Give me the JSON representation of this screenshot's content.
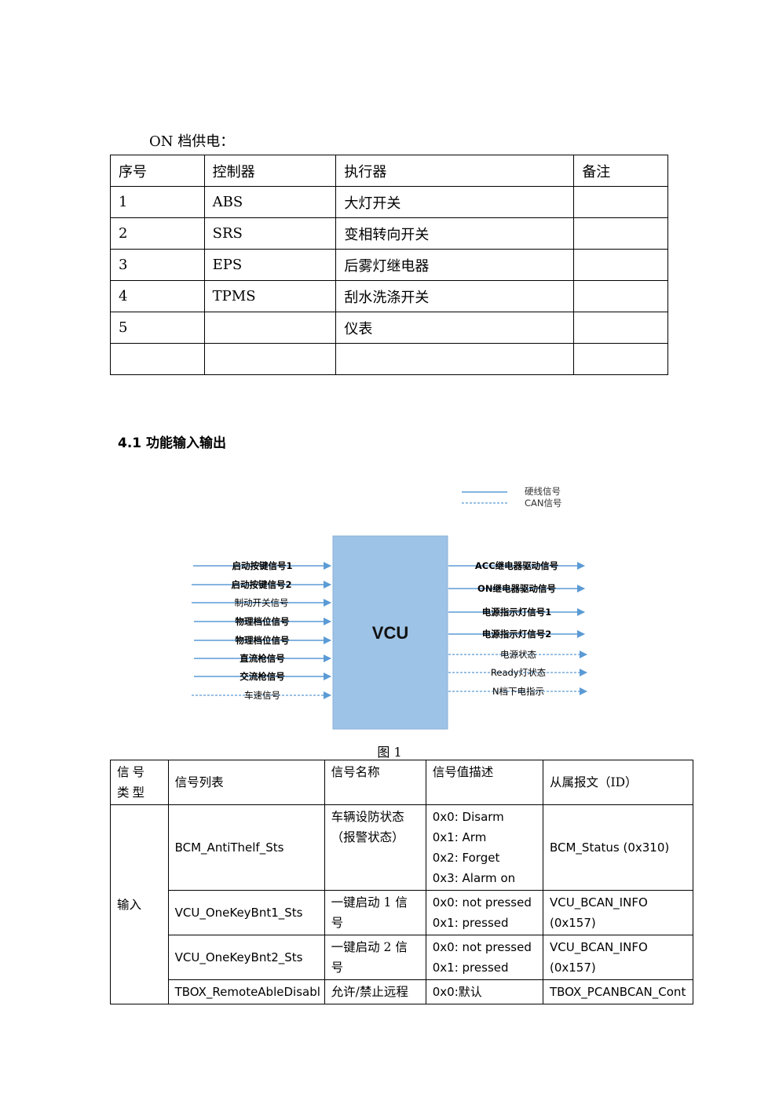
{
  "intro": "ON 档供电：",
  "power_table": {
    "headers": [
      "序号",
      "控制器",
      "执行器",
      "备注"
    ],
    "rows": [
      [
        "1",
        "ABS",
        "大灯开关",
        ""
      ],
      [
        "2",
        "SRS",
        "变相转向开关",
        ""
      ],
      [
        "3",
        "EPS",
        "后雾灯继电器",
        ""
      ],
      [
        "4",
        "TPMS",
        "刮水洗涤开关",
        ""
      ],
      [
        "5",
        "",
        "仪表",
        ""
      ],
      [
        "",
        "",
        "",
        ""
      ]
    ]
  },
  "section_heading": "4.1 功能输入输出",
  "diagram": {
    "legend": {
      "hardwire": "硬线信号",
      "can": "CAN信号"
    },
    "center": "VCU",
    "inputs": [
      {
        "label": "启动按键信号1",
        "type": "hardwire"
      },
      {
        "label": "启动按键信号2",
        "type": "hardwire"
      },
      {
        "label": "制动开关信号",
        "type": "hardwire"
      },
      {
        "label": "物理档位信号",
        "type": "hardwire"
      },
      {
        "label": "物理档位信号",
        "type": "hardwire"
      },
      {
        "label": "直流枪信号",
        "type": "hardwire"
      },
      {
        "label": "交流枪信号",
        "type": "hardwire"
      },
      {
        "label": "车速信号",
        "type": "can"
      }
    ],
    "outputs": [
      {
        "label": "ACC继电器驱动信号",
        "type": "hardwire"
      },
      {
        "label": "ON继电器驱动信号",
        "type": "hardwire"
      },
      {
        "label": "电源指示灯信号1",
        "type": "hardwire"
      },
      {
        "label": "电源指示灯信号2",
        "type": "hardwire"
      },
      {
        "label": "电源状态",
        "type": "can"
      },
      {
        "label": "Ready灯状态",
        "type": "can"
      },
      {
        "label": "N档下电指示",
        "type": "can"
      }
    ],
    "colors": {
      "line": "#5b9bd5",
      "box": "#9dc3e6",
      "box_border": "#8ab0d6"
    }
  },
  "figure_caption": "图 1",
  "signal_table": {
    "headers": [
      "信号类型",
      "信号列表",
      "信号名称",
      "信号值描述",
      "从属报文（ID）"
    ],
    "group": "输入",
    "rows": [
      {
        "list": "BCM_AntiThelf_Sts",
        "name": "车辆设防状态（报警状态）",
        "values": [
          "0x0: Disarm",
          "0x1: Arm",
          "0x2: Forget",
          "0x3: Alarm on"
        ],
        "message": "BCM_Status (0x310)"
      },
      {
        "list": "VCU_OneKeyBnt1_Sts",
        "name": "一键启动 1 信号",
        "values": [
          "0x0: not pressed",
          "0x1: pressed"
        ],
        "message": "VCU_BCAN_INFO (0x157)"
      },
      {
        "list": "VCU_OneKeyBnt2_Sts",
        "name": "一键启动 2 信号",
        "values": [
          "0x0: not pressed",
          "0x1: pressed"
        ],
        "message": "VCU_BCAN_INFO (0x157)"
      },
      {
        "list": "TBOX_RemoteAbleDisabl",
        "name": "允许/禁止远程",
        "values": [
          "0x0:默认"
        ],
        "message": "TBOX_PCANBCAN_Cont"
      }
    ]
  }
}
